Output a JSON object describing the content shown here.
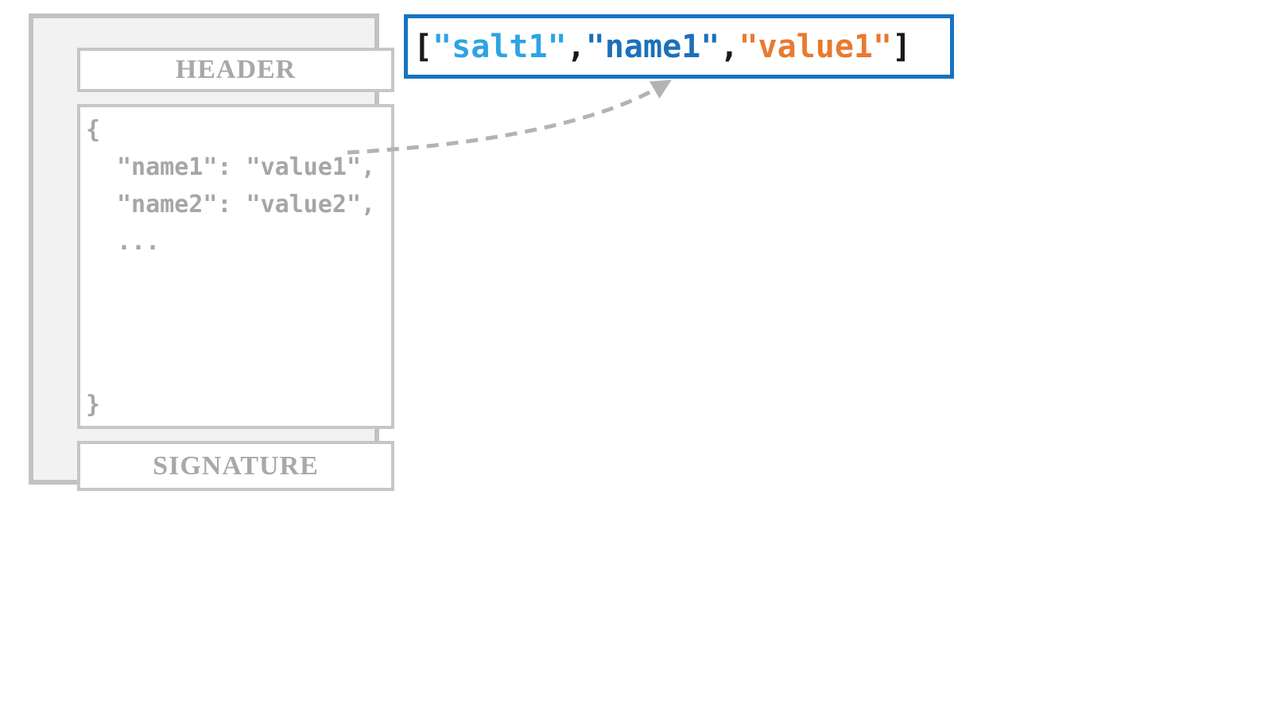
{
  "jwt": {
    "header_label": "HEADER",
    "signature_label": "SIGNATURE",
    "payload": {
      "open_brace": "{",
      "claims": [
        "\"name1\": \"value1\",",
        "\"name2\": \"value2\","
      ],
      "ellipsis": "...",
      "close_brace": "}"
    }
  },
  "disclosure": {
    "open_bracket": "[",
    "salt": "\"salt1\"",
    "comma1": ",",
    "name": "\"name1\"",
    "comma2": ",",
    "value": "\"value1\"",
    "close_bracket": "]"
  },
  "colors": {
    "disclosure_border": "#1673c2",
    "salt_blue": "#2ea3e4",
    "name_blue": "#1c70ba",
    "value_orange": "#e87a2f",
    "punctuation_black": "#1a1a1a",
    "gray_text": "#a6a6a6",
    "box_fill": "#f2f2f2",
    "box_border": "#c2c2c2",
    "arrow_gray": "#b3b3b3"
  }
}
